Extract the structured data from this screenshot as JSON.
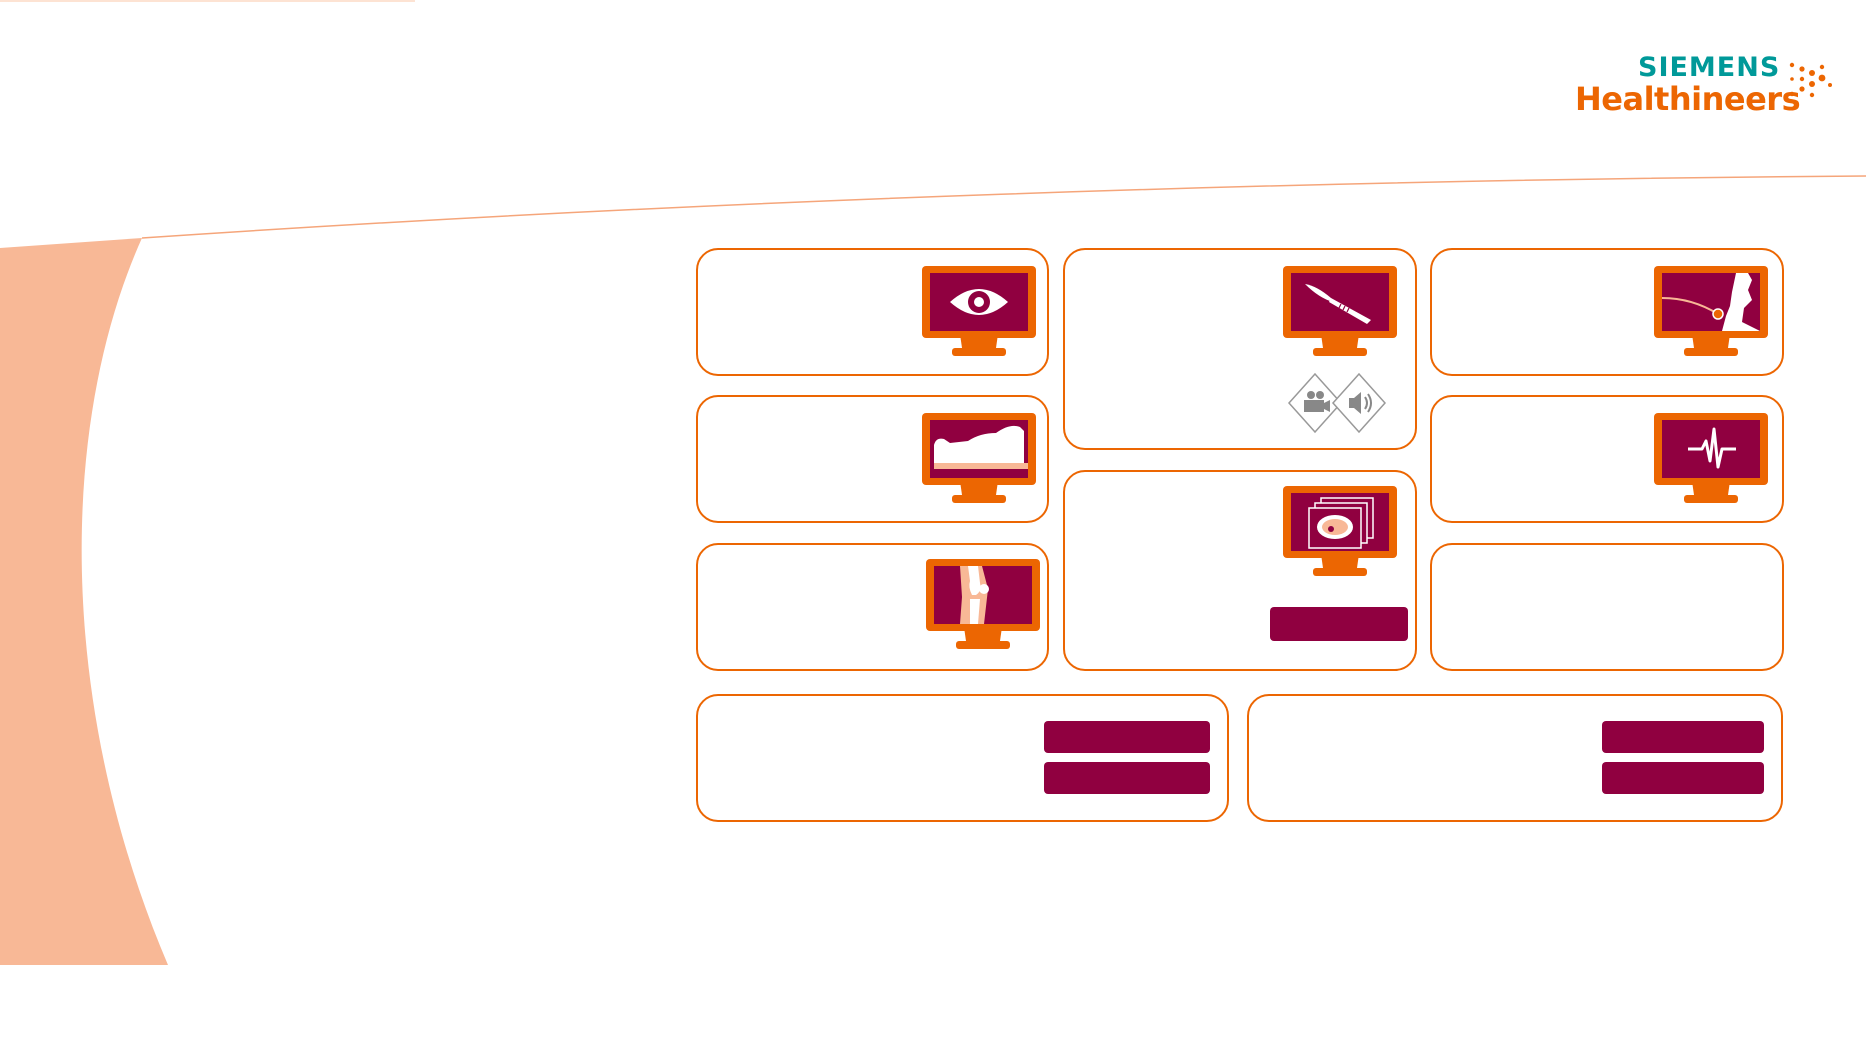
{
  "brand": {
    "line1": "SIEMENS",
    "line2": "Healthineers",
    "primary_color": "#ec6602",
    "secondary_color": "#009999",
    "accent_color": "#900040",
    "swoosh_color": "#f8b896"
  },
  "cards": [
    {
      "id": "eye",
      "icon": "eye-icon",
      "title": ""
    },
    {
      "id": "scalpel",
      "icon": "scalpel-icon",
      "title": "",
      "media": [
        "video-camera-icon",
        "speaker-icon"
      ]
    },
    {
      "id": "patient-catheter",
      "icon": "patient-catheter-icon",
      "title": ""
    },
    {
      "id": "patient-lying",
      "icon": "patient-lying-icon",
      "title": ""
    },
    {
      "id": "ecg",
      "icon": "ecg-waveform-icon",
      "title": ""
    },
    {
      "id": "knee",
      "icon": "knee-joint-icon",
      "title": ""
    },
    {
      "id": "ct-slices",
      "icon": "ct-slices-icon",
      "title": "",
      "buttons": [
        ""
      ]
    },
    {
      "id": "empty",
      "title": ""
    },
    {
      "id": "bottom-left",
      "title": "",
      "buttons": [
        "",
        ""
      ]
    },
    {
      "id": "bottom-right",
      "title": "",
      "buttons": [
        "",
        ""
      ]
    }
  ]
}
